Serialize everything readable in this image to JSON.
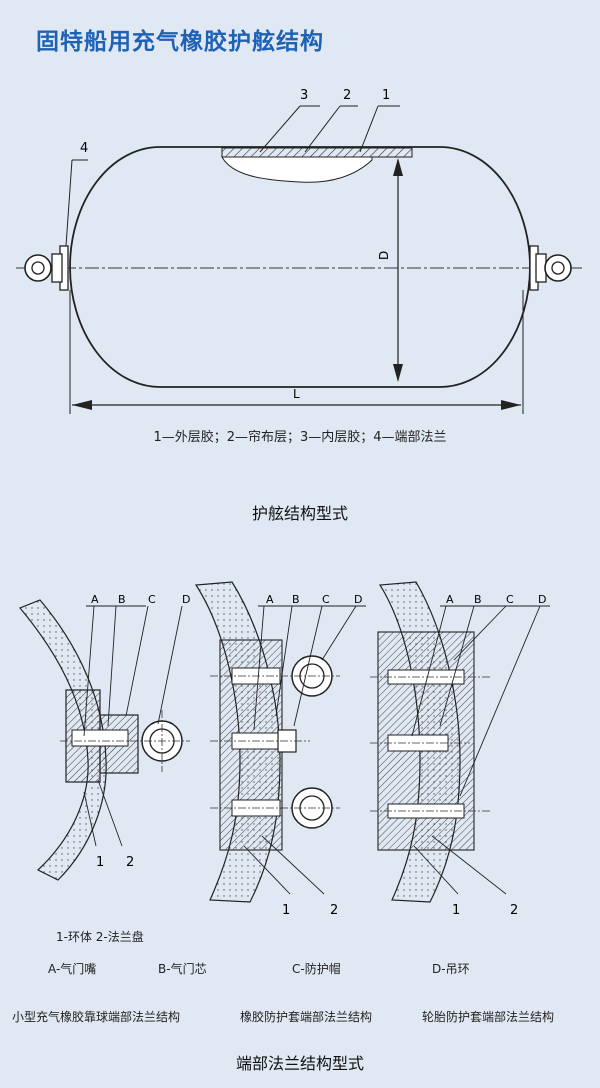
{
  "title": "固特船用充气橡胶护舷结构",
  "fender": {
    "callouts": [
      "3",
      "2",
      "1",
      "4"
    ],
    "dim_d": "D",
    "dim_l": "L",
    "legend": "1—外层胶；2—帘布层；3—内层胶；4—端部法兰",
    "caption": "护舷结构型式"
  },
  "flange": {
    "letters": [
      "A",
      "B",
      "C",
      "D"
    ],
    "numbers": [
      "1",
      "2"
    ],
    "legend_line1": "1-环体  2-法兰盘",
    "parts": [
      "A-气门嘴",
      "B-气门芯",
      "C-防护帽",
      "D-吊环"
    ],
    "types": [
      "小型充气橡胶靠球端部法兰结构",
      "橡胶防护套端部法兰结构",
      "轮胎防护套端部法兰结构"
    ],
    "caption": "端部法兰结构型式"
  },
  "colors": {
    "title": "#1f62b4",
    "background": "#dfe8f3",
    "line": "#222222"
  }
}
